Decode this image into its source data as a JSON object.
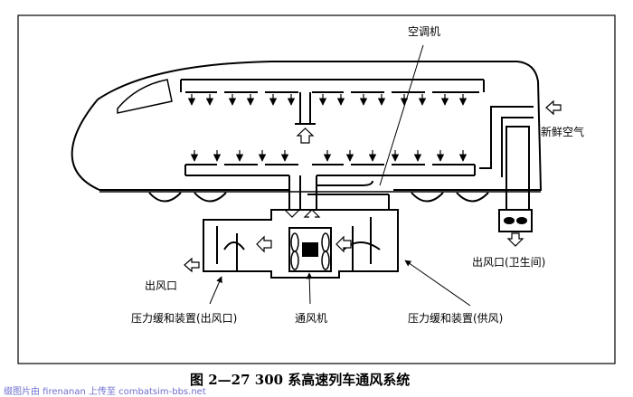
{
  "labels": {
    "air_conditioner": "空调机",
    "fresh_air": "新鲜空气",
    "outlet_toilet": "出风口(卫生间)",
    "outlet": "出风口",
    "pressure_buffer_outlet": "压力缓和装置(出风口)",
    "ventilation_fan": "通风机",
    "pressure_buffer_supply": "压力缓和装置(供风)"
  },
  "caption": "图 2—27   300 系高速列车通风系统",
  "watermark": "缀图片由 firenanan 上传至 combatsim-bbs.net"
}
